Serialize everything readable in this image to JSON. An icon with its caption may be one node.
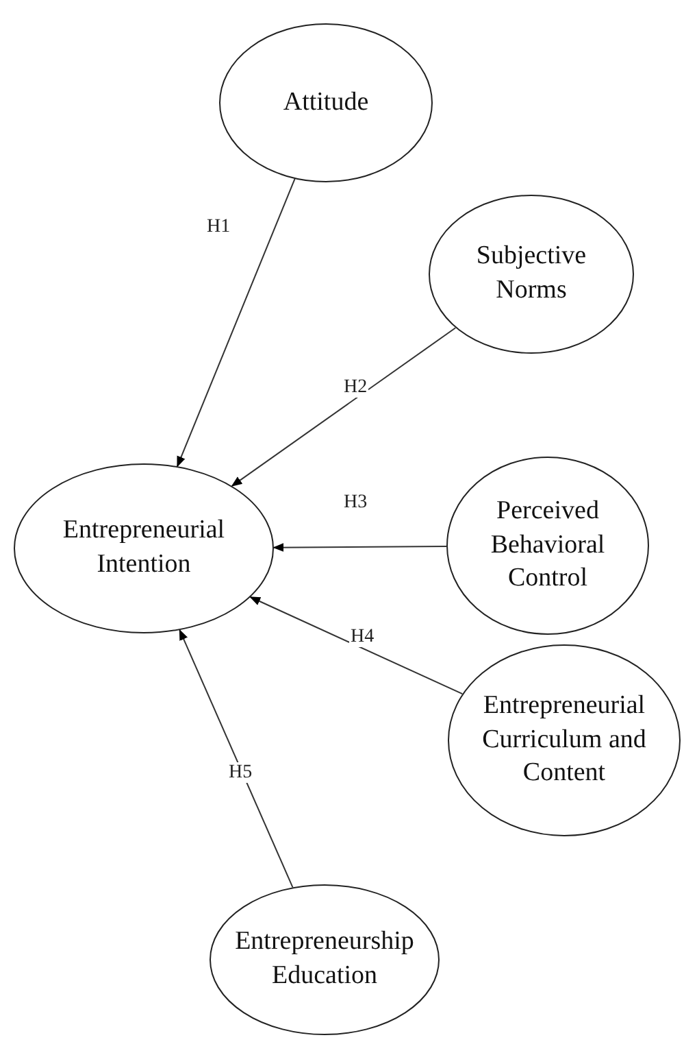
{
  "diagram": {
    "nodes": [
      {
        "text": [
          "Attitude"
        ]
      },
      {
        "text": [
          "Subjective Norms"
        ]
      },
      {
        "text": [
          "Entrepreneurial Intention"
        ]
      },
      {
        "text": [
          "Perceived Behavioral Control"
        ]
      },
      {
        "text": [
          "Entrepreneurial Curriculum and Content"
        ]
      },
      {
        "text": [
          "Entrepreneurship Education"
        ]
      }
    ],
    "edges": [
      {
        "from": 0,
        "to": 2,
        "arrow": "to",
        "label": "H1"
      },
      {
        "from": 1,
        "to": 2,
        "arrow": "to",
        "label": "H2"
      },
      {
        "from": 3,
        "to": 2,
        "arrow": "to",
        "label": "H3"
      },
      {
        "from": 4,
        "to": 2,
        "arrow": "to",
        "label": "H4"
      },
      {
        "from": 5,
        "to": 2,
        "arrow": "to",
        "label": "H5"
      }
    ]
  }
}
